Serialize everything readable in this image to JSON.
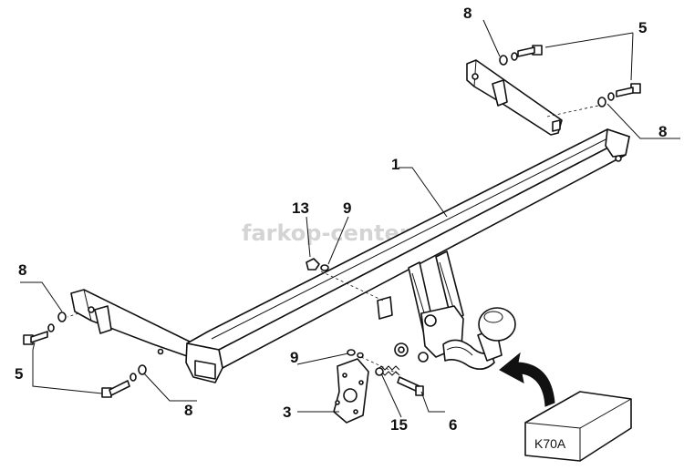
{
  "watermark": "farkop-center.ru",
  "box_label": "K70A",
  "labels": {
    "l8_top": "8",
    "l5_top": "5",
    "l8_right": "8",
    "l1": "1",
    "l13": "13",
    "l9_mid": "9",
    "l8_left": "8",
    "l5_left": "5",
    "l8_bottom": "8",
    "l9_low": "9",
    "l3": "3",
    "l15": "15",
    "l6": "6"
  }
}
